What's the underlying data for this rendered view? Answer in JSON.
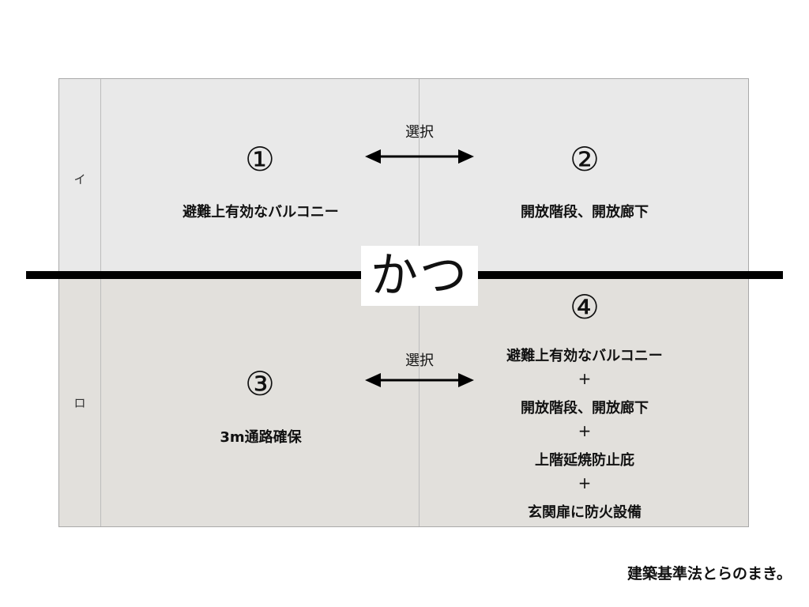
{
  "rows": {
    "top_label": "イ",
    "bottom_label": "ロ"
  },
  "cells": {
    "c1": {
      "num": "①",
      "text": "避難上有効なバルコニー"
    },
    "c2": {
      "num": "②",
      "text": "開放階段、開放廊下"
    },
    "c3": {
      "num": "③",
      "text": "3m通路確保"
    },
    "c4": {
      "num": "④",
      "lines": [
        "避難上有効なバルコニー",
        "開放階段、開放廊下",
        "上階延焼防止庇",
        "玄関扉に防火設備"
      ],
      "plus": "+"
    }
  },
  "select_label": "選択",
  "connector": "かつ",
  "footer_note": "建築基準法とらのまき。"
}
